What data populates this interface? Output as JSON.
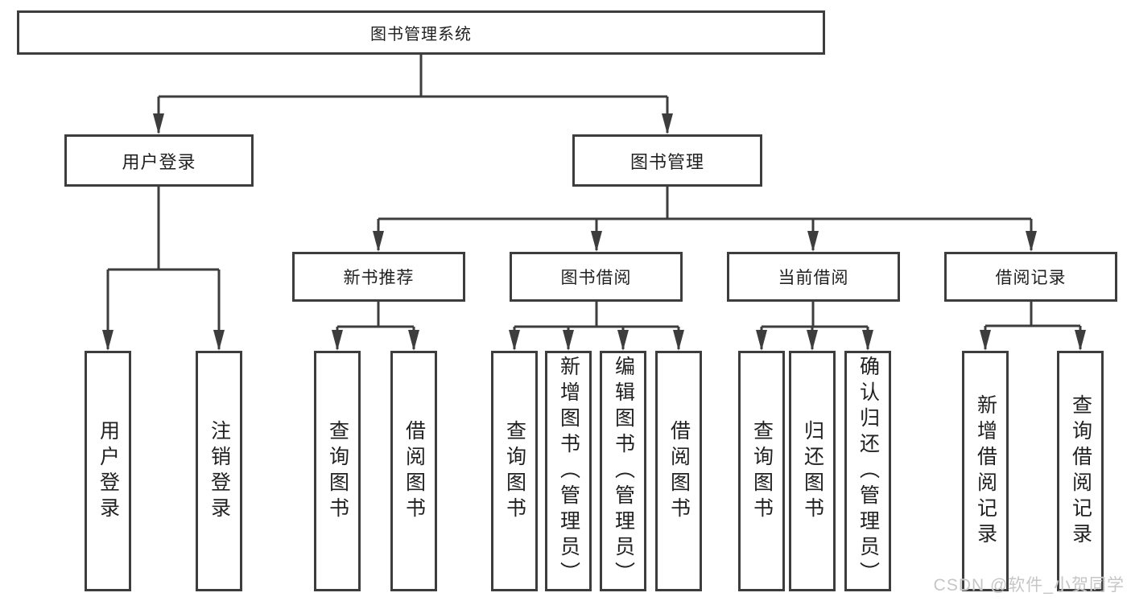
{
  "diagram": {
    "root": "图书管理系统",
    "nodes": [
      {
        "label": "用户登录",
        "children": [
          "用户登录",
          "注销登录"
        ]
      },
      {
        "label": "图书管理",
        "groups": [
          {
            "label": "新书推荐",
            "children": [
              "查询图书",
              "借阅图书"
            ]
          },
          {
            "label": "图书借阅",
            "children": [
              "查询图书",
              "新增图书（管理员）",
              "编辑图书（管理员）",
              "借阅图书"
            ]
          },
          {
            "label": "当前借阅",
            "children": [
              "查询图书",
              "归还图书",
              "确认归还（管理员）"
            ]
          },
          {
            "label": "借阅记录",
            "children": [
              "新增借阅记录",
              "查询借阅记录"
            ]
          }
        ]
      }
    ]
  },
  "watermark": "CSDN @软件_小贺同学",
  "colors": {
    "line": "#3d3d3d",
    "text": "#212121",
    "watermark": "#c6c6c6",
    "background": "#ffffff"
  }
}
